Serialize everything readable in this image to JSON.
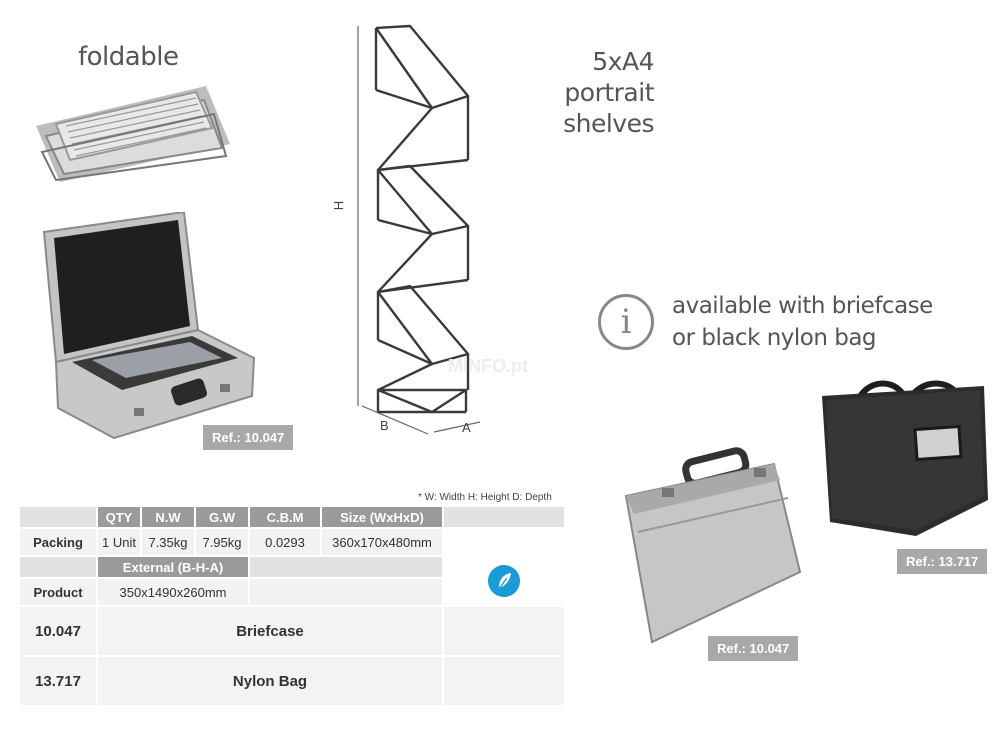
{
  "labels": {
    "foldable": "foldable",
    "shelves": [
      "5xA4",
      "portrait",
      "shelves"
    ],
    "available": [
      "available with briefcase",
      "or black nylon bag"
    ],
    "dim_h": "H",
    "dim_b": "B",
    "dim_a": "A",
    "watermark": "MINFO.pt",
    "info_glyph": "i",
    "footnote": "* W: Width  H: Height  D: Depth"
  },
  "refs": {
    "case_left": "Ref.: 10.047",
    "case_bottom": "Ref.: 10.047",
    "bag": "Ref.: 13.717"
  },
  "table": {
    "headers": [
      "QTY",
      "N.W",
      "G.W",
      "C.B.M",
      "Size (WxHxD)"
    ],
    "packing": {
      "label": "Packing",
      "values": [
        "1 Unit",
        "7.35kg",
        "7.95kg",
        "0.0293",
        "360x170x480mm"
      ]
    },
    "external_header": "External (B-H-A)",
    "product": {
      "label": "Product",
      "value": "350x1490x260mm"
    },
    "options": [
      {
        "ref": "10.047",
        "name": "Briefcase"
      },
      {
        "ref": "13.717",
        "name": "Nylon Bag"
      }
    ]
  },
  "colors": {
    "eco_badge": "#1a9ad6",
    "header_gray": "#9a9a9a",
    "ref_gray": "#a8a8a8"
  },
  "icons": {
    "info": "info-icon",
    "eco": "leaf-icon"
  }
}
